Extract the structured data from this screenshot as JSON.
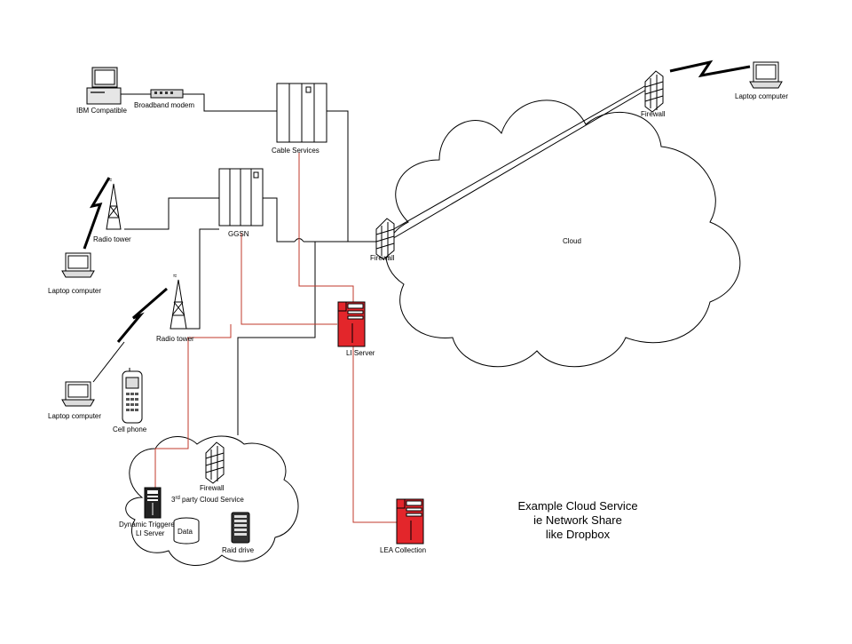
{
  "labels": {
    "ibm": "IBM Compatible",
    "modem": "Broadband modem",
    "cable": "Cable Services",
    "ggsn": "GGSN",
    "radio_tower_1": "Radio tower",
    "radio_tower_2": "Radio tower",
    "laptop_1": "Laptop computer",
    "laptop_2": "Laptop computer",
    "laptop_remote": "Laptop computer",
    "cell_phone": "Cell phone",
    "firewall_main": "Firewall",
    "firewall_remote": "Firewall",
    "cloud": "Cloud",
    "li_server": "LI Server",
    "lea": "LEA Collection",
    "firewall_3p": "Firewall",
    "third_party_pre": "3",
    "third_party_sup": "rd",
    "third_party_post": " party Cloud Service",
    "dyn_li_1": "Dynamic Triggered",
    "dyn_li_2": "LI Server",
    "data": "Data",
    "raid": "Raid drive"
  },
  "caption": {
    "line1": "Example Cloud Service",
    "line2": "ie Network Share",
    "line3": "like Dropbox"
  },
  "colors": {
    "line": "#000000",
    "li_path": "#c0392b",
    "server_red": "#e3262b"
  }
}
